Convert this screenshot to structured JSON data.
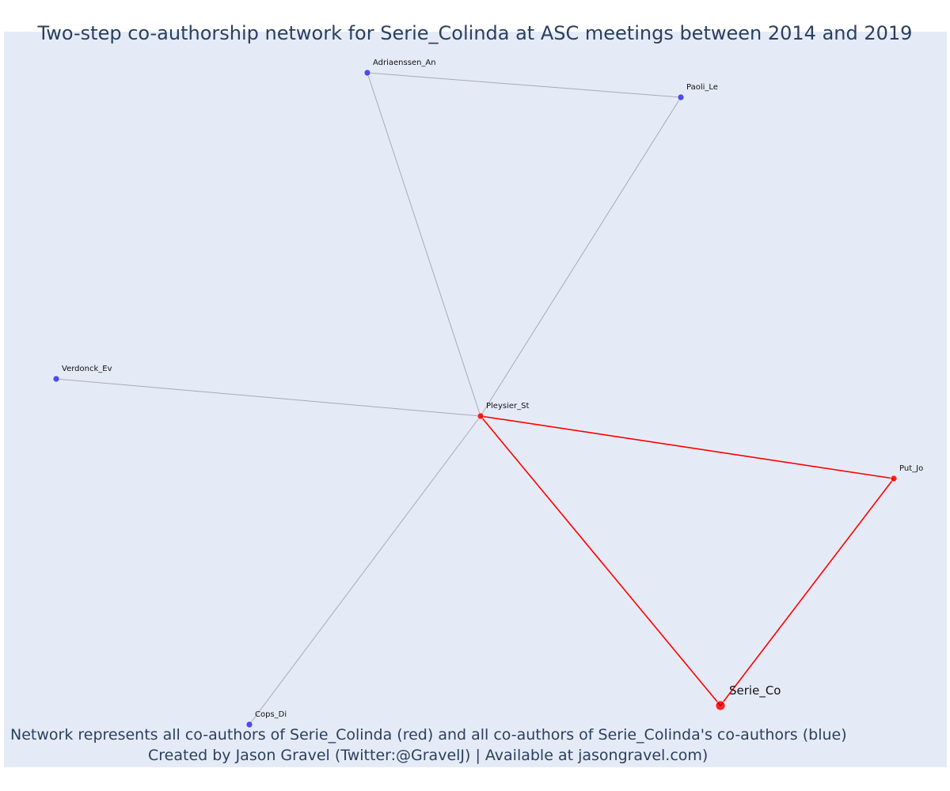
{
  "title": "Two-step co-authorship network for Serie_Colinda at ASC meetings between 2014 and 2019",
  "footer": {
    "line1": "Network represents all co-authors of Serie_Colinda (red) and all co-authors of Serie_Colinda's co-authors (blue)",
    "line2": "Created by Jason Gravel (Twitter:@GravelJ) | Available at jasongravel.com)"
  },
  "colors": {
    "background": "#e5ebf6",
    "red": "#ff0000",
    "blue": "#3333ee",
    "edge_gray": "#a9a9b8",
    "title": "#2a3f5f"
  },
  "nodes": [
    {
      "id": "Serie_Co",
      "label": "Serie_Co",
      "group": "focal"
    },
    {
      "id": "Pleysier_St",
      "label": "Pleysier_St",
      "group": "red"
    },
    {
      "id": "Put_Jo",
      "label": "Put_Jo",
      "group": "red"
    },
    {
      "id": "Adriaenssen_An",
      "label": "Adriaenssen_An",
      "group": "blue"
    },
    {
      "id": "Paoli_Le",
      "label": "Paoli_Le",
      "group": "blue"
    },
    {
      "id": "Verdonck_Ev",
      "label": "Verdonck_Ev",
      "group": "blue"
    },
    {
      "id": "Cops_Di",
      "label": "Cops_Di",
      "group": "blue"
    }
  ],
  "edges": [
    {
      "source": "Serie_Co",
      "target": "Pleysier_St",
      "type": "red"
    },
    {
      "source": "Serie_Co",
      "target": "Put_Jo",
      "type": "red"
    },
    {
      "source": "Pleysier_St",
      "target": "Put_Jo",
      "type": "red"
    },
    {
      "source": "Pleysier_St",
      "target": "Adriaenssen_An",
      "type": "gray"
    },
    {
      "source": "Pleysier_St",
      "target": "Paoli_Le",
      "type": "gray"
    },
    {
      "source": "Pleysier_St",
      "target": "Verdonck_Ev",
      "type": "gray"
    },
    {
      "source": "Pleysier_St",
      "target": "Cops_Di",
      "type": "gray"
    },
    {
      "source": "Adriaenssen_An",
      "target": "Paoli_Le",
      "type": "gray"
    }
  ]
}
